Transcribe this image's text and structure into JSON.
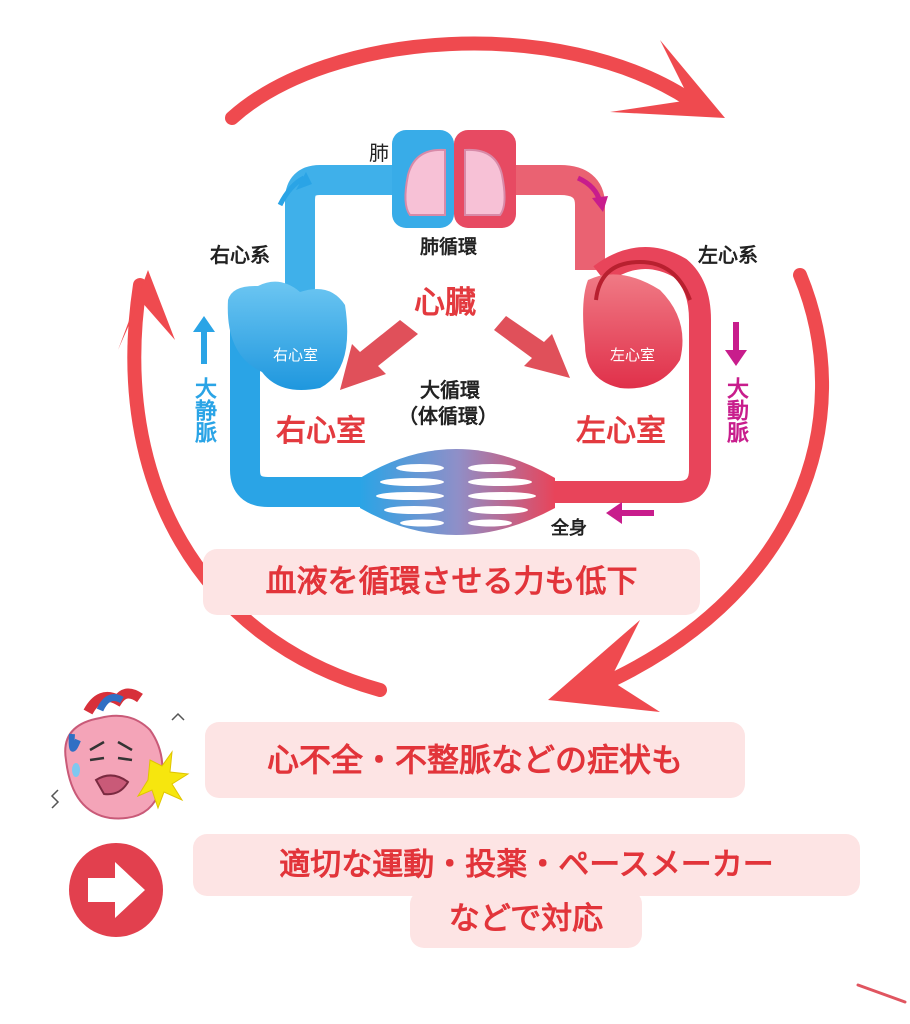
{
  "diagram": {
    "labels": {
      "lung": "肺",
      "pulmonary_circulation": "肺循環",
      "right_heart_system": "右心系",
      "left_heart_system": "左心系",
      "heart": "心臓",
      "right_ventricle_small": "右心室",
      "left_ventricle_small": "左心室",
      "right_ventricle": "右心室",
      "left_ventricle": "左心室",
      "systemic_circulation": "大循環",
      "systemic_circulation_alt": "（体循環）",
      "vena_cava": "大静脈",
      "aorta": "大動脈",
      "whole_body": "全身"
    },
    "colors": {
      "venous_blue": "#2aa4e6",
      "arterial_red": "#e8445a",
      "accent_red": "#ef4a4f",
      "pink_bg": "#fde4e4",
      "aorta_magenta": "#c81d8c"
    }
  },
  "messages": {
    "circulation_power": "血液を循環させる力も低下",
    "symptoms": "心不全・不整脈などの症状も",
    "treatment_line1": "適切な運動・投薬・ペースメーカー",
    "treatment_line2": "などで対応"
  }
}
